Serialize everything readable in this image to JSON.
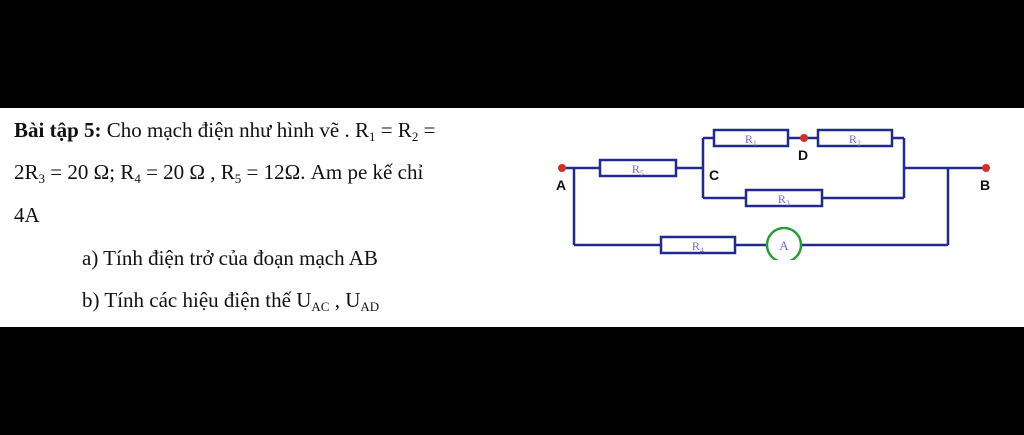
{
  "problem": {
    "title": "Bài tập 5:",
    "line1_text": "Cho mạch điện như hình vẽ . R",
    "line1_eq": " = R",
    "line1_end": " =",
    "line2_a": "2R",
    "line2_b": "  = 20 Ω; R",
    "line2_c": " = 20 Ω , R",
    "line2_d": " = 12Ω. Am pe kế chỉ",
    "line3": "4A",
    "sub_1": "1",
    "sub_2": "2",
    "sub_3": "3",
    "sub_4": "4",
    "sub_5": "5",
    "part_a": "a) Tính điện trở của đoạn mạch AB",
    "part_b_prefix": "b) Tính các hiệu điện thế U",
    "part_b_sub1": "AC",
    "part_b_mid": " , U",
    "part_b_sub2": "AD"
  },
  "circuit": {
    "node_a": "A",
    "node_b": "B",
    "node_c": "C",
    "node_d": "D",
    "r1": "R₁",
    "r2": "R₂",
    "r3": "R₃",
    "r4": "R₄",
    "r5": "R₅",
    "ammeter": "A"
  },
  "colors": {
    "wire": "#1f2a8c",
    "resistor_border": "#1f2a8c",
    "node": "#d62d2d",
    "ammeter_ring": "#2e9a3a",
    "label": "#7a6cc9"
  }
}
